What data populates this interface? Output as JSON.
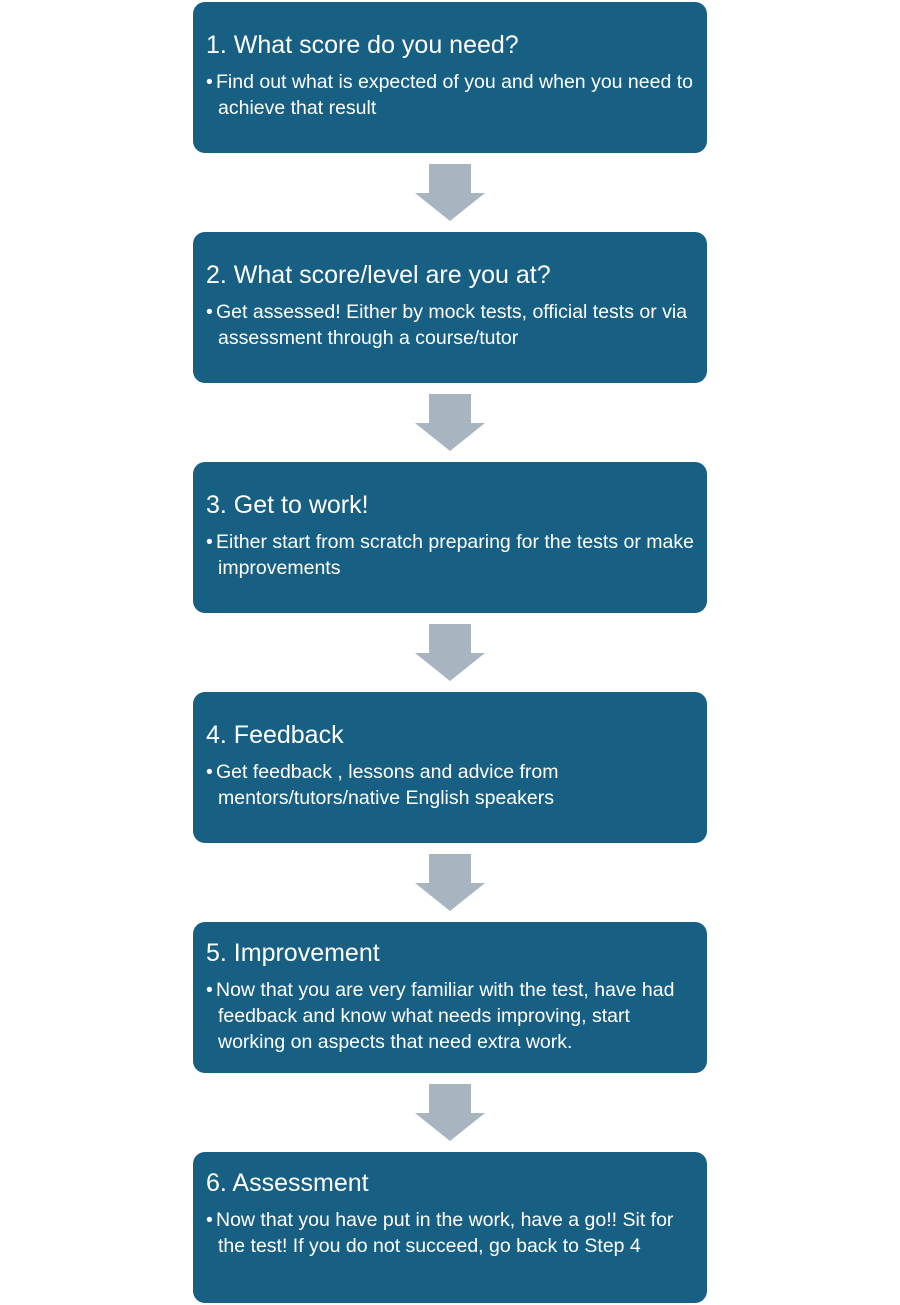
{
  "colors": {
    "box_fill": "#175f83",
    "arrow_fill": "#a8b5c0",
    "text": "#ffffff"
  },
  "steps": [
    {
      "title": "1. What score do you need?",
      "bullet_symbol": "•",
      "bullet": "Find out what is expected of you and when you need to achieve that result"
    },
    {
      "title": "2. What score/level are you at?",
      "bullet_symbol": "•",
      "bullet": "Get assessed! Either by mock tests, official tests or via assessment through a course/tutor"
    },
    {
      "title": "3. Get to work!",
      "bullet_symbol": "•",
      "bullet": "Either start from scratch preparing for the tests or make improvements"
    },
    {
      "title": "4. Feedback",
      "bullet_symbol": "•",
      "bullet": "Get feedback , lessons and advice from mentors/tutors/native English speakers"
    },
    {
      "title": "5. Improvement",
      "bullet_symbol": "•",
      "bullet": "Now that you are very familiar with the test, have had feedback and know what needs improving, start working on aspects that need extra work."
    },
    {
      "title": "6. Assessment",
      "bullet_symbol": "•",
      "bullet": "Now that you have put in the work, have a go!! Sit for the test! If you do not succeed, go back to Step 4"
    }
  ],
  "connectors": [
    {
      "icon": "down-arrow-icon"
    },
    {
      "icon": "down-arrow-icon"
    },
    {
      "icon": "down-arrow-icon"
    },
    {
      "icon": "down-arrow-icon"
    },
    {
      "icon": "down-arrow-icon"
    }
  ]
}
